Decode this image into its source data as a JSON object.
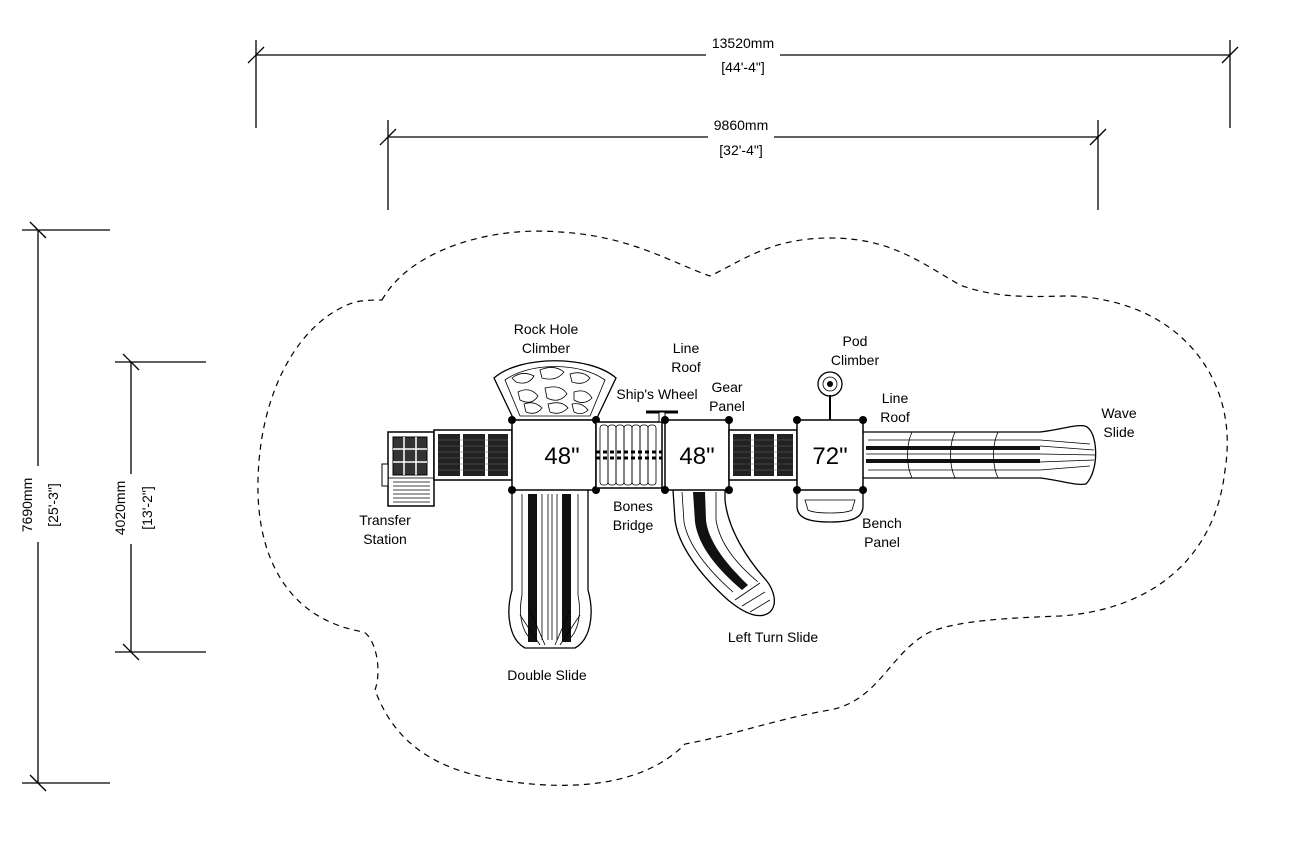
{
  "dimensions": {
    "overall_width": {
      "mm": "13520mm",
      "ft": "[44'-4\"]"
    },
    "structure_width": {
      "mm": "9860mm",
      "ft": "[32'-4\"]"
    },
    "overall_depth": {
      "mm": "7690mm",
      "ft": "[25'-3\"]"
    },
    "structure_depth": {
      "mm": "4020mm",
      "ft": "[13'-2\"]"
    }
  },
  "decks": [
    {
      "height": "48\""
    },
    {
      "height": "48\""
    },
    {
      "height": "72\""
    }
  ],
  "components": {
    "rock_hole_climber": {
      "line1": "Rock Hole",
      "line2": "Climber"
    },
    "line_roof_1": {
      "line1": "Line",
      "line2": "Roof"
    },
    "ships_wheel": {
      "line1": "Ship's Wheel"
    },
    "gear_panel": {
      "line1": "Gear",
      "line2": "Panel"
    },
    "pod_climber": {
      "line1": "Pod",
      "line2": "Climber"
    },
    "line_roof_2": {
      "line1": "Line",
      "line2": "Roof"
    },
    "wave_slide": {
      "line1": "Wave",
      "line2": "Slide"
    },
    "transfer_station": {
      "line1": "Transfer",
      "line2": "Station"
    },
    "bones_bridge": {
      "line1": "Bones",
      "line2": "Bridge"
    },
    "bench_panel": {
      "line1": "Bench",
      "line2": "Panel"
    },
    "left_turn_slide": {
      "line1": "Left Turn Slide"
    },
    "double_slide": {
      "line1": "Double Slide"
    }
  },
  "colors": {
    "line": "#000000",
    "background": "#ffffff",
    "panel_fill": "#333333"
  }
}
